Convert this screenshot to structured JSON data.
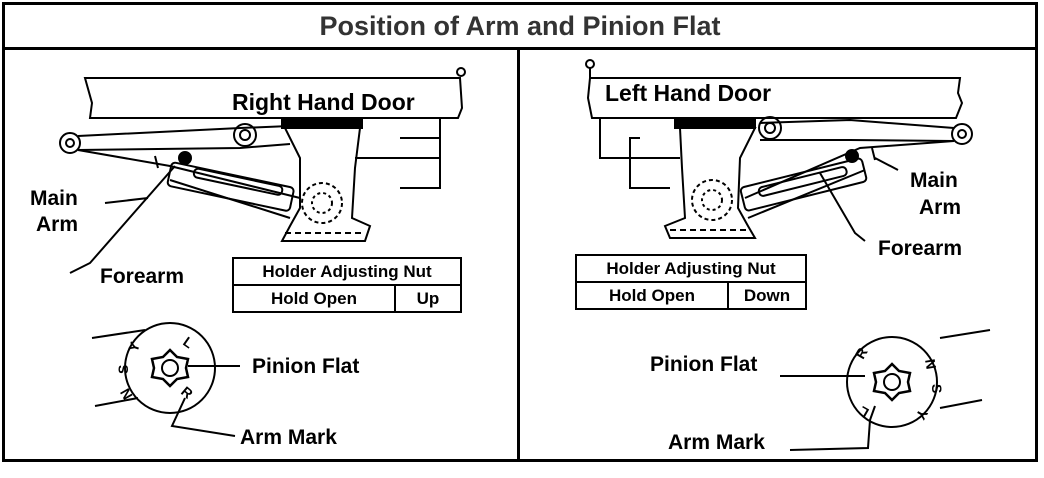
{
  "title": "Position of Arm and Pinion Flat",
  "right_panel": {
    "door_label": "Right Hand Door",
    "main_arm_line1": "Main",
    "main_arm_line2": "Arm",
    "forearm": "Forearm",
    "table": {
      "header": "Holder Adjusting Nut",
      "row_label": "Hold Open",
      "row_value": "Up"
    },
    "pinion_flat": "Pinion Flat",
    "arm_mark": "Arm Mark",
    "dial_letters": [
      "L",
      "Y",
      "S",
      "N",
      "R"
    ]
  },
  "left_panel": {
    "door_label": "Left Hand Door",
    "main_arm_line1": "Main",
    "main_arm_line2": "Arm",
    "forearm": "Forearm",
    "table": {
      "header": "Holder Adjusting Nut",
      "row_label": "Hold Open",
      "row_value": "Down"
    },
    "pinion_flat": "Pinion Flat",
    "arm_mark": "Arm Mark",
    "dial_letters": [
      "R",
      "N",
      "S",
      "Y",
      "L"
    ]
  }
}
